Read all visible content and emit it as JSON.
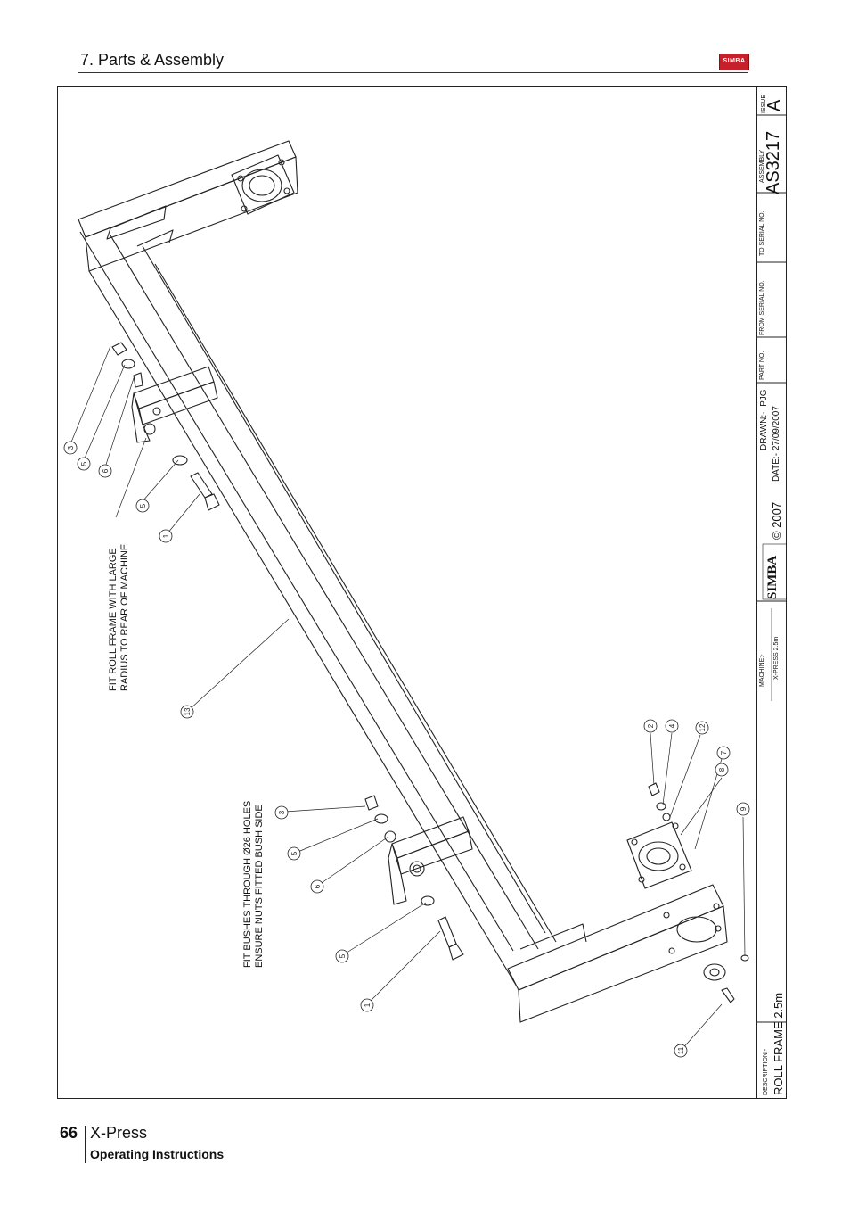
{
  "header": {
    "section_title": "7. Parts & Assembly",
    "logo_text": "SIMBA"
  },
  "title_block": {
    "issue_label": "ISSUE",
    "issue": "A",
    "assembly_label": "ASSEMBLY",
    "assembly_number": "AS3217",
    "to_serial_label": "TO SERIAL NO.",
    "from_serial_label": "FROM SERIAL NO.",
    "part_no_label": "PART NO.",
    "drawn_label": "DRAWN:-",
    "drawn_value": "PJG",
    "date_label": "DATE:-",
    "date_value": "27/09/2007",
    "copyright": "© 2007",
    "logo_text": "SIMBA",
    "machine_label": "MACHINE:-",
    "machine_value": "X-PRESS 2.5m",
    "description_label": "DESCRIPTION:-",
    "description_value": "ROLL FRAME 2.5m"
  },
  "notes": {
    "note1_line1": "FIT ROLL FRAME WITH LARGE",
    "note1_line2": "RADIUS TO REAR OF MACHINE",
    "note2_line1": "FIT BUSHES THROUGH Ø26 HOLES",
    "note2_line2": "ENSURE NUTS FITTED BUSH SIDE"
  },
  "balloons": [
    "3",
    "5",
    "6",
    "5",
    "1",
    "13",
    "3",
    "5",
    "6",
    "5",
    "1",
    "2",
    "4",
    "12",
    "7",
    "8",
    "9",
    "11"
  ],
  "footer": {
    "page_number": "66",
    "product": "X-Press",
    "subtitle": "Operating Instructions"
  }
}
